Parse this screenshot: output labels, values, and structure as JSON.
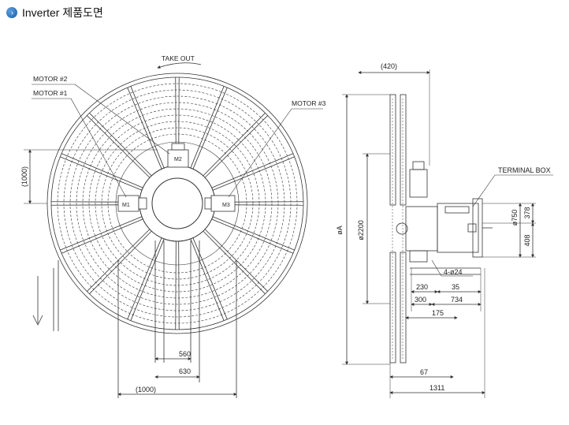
{
  "header": {
    "title": "Inverter 제품도면",
    "icon": "chevron-right-icon"
  },
  "colors": {
    "line": "#333333",
    "bullet": "#1a5ea8"
  },
  "front_view": {
    "labels": {
      "take_out": "TAKE OUT",
      "motor2": "MOTOR #2",
      "motor1": "MOTOR #1",
      "motor3": "MOTOR #3",
      "m1": "M1",
      "m2": "M2",
      "m3": "M3"
    },
    "dimensions": {
      "left_height": "(1000)",
      "d560": "560",
      "d630": "630",
      "bottom_width": "(1000)"
    }
  },
  "side_view": {
    "labels": {
      "terminal_box": "TERMINAL BOX",
      "bolts": "4-ø24"
    },
    "dimensions": {
      "top": "(420)",
      "phiA": "øA",
      "phi2200": "ø2200",
      "phi750": "ø750",
      "d378": "378",
      "d408": "408",
      "d230": "230",
      "d35": "35",
      "d300": "300",
      "d734": "734",
      "d175": "175",
      "d67": "67",
      "d1311": "1311"
    }
  }
}
